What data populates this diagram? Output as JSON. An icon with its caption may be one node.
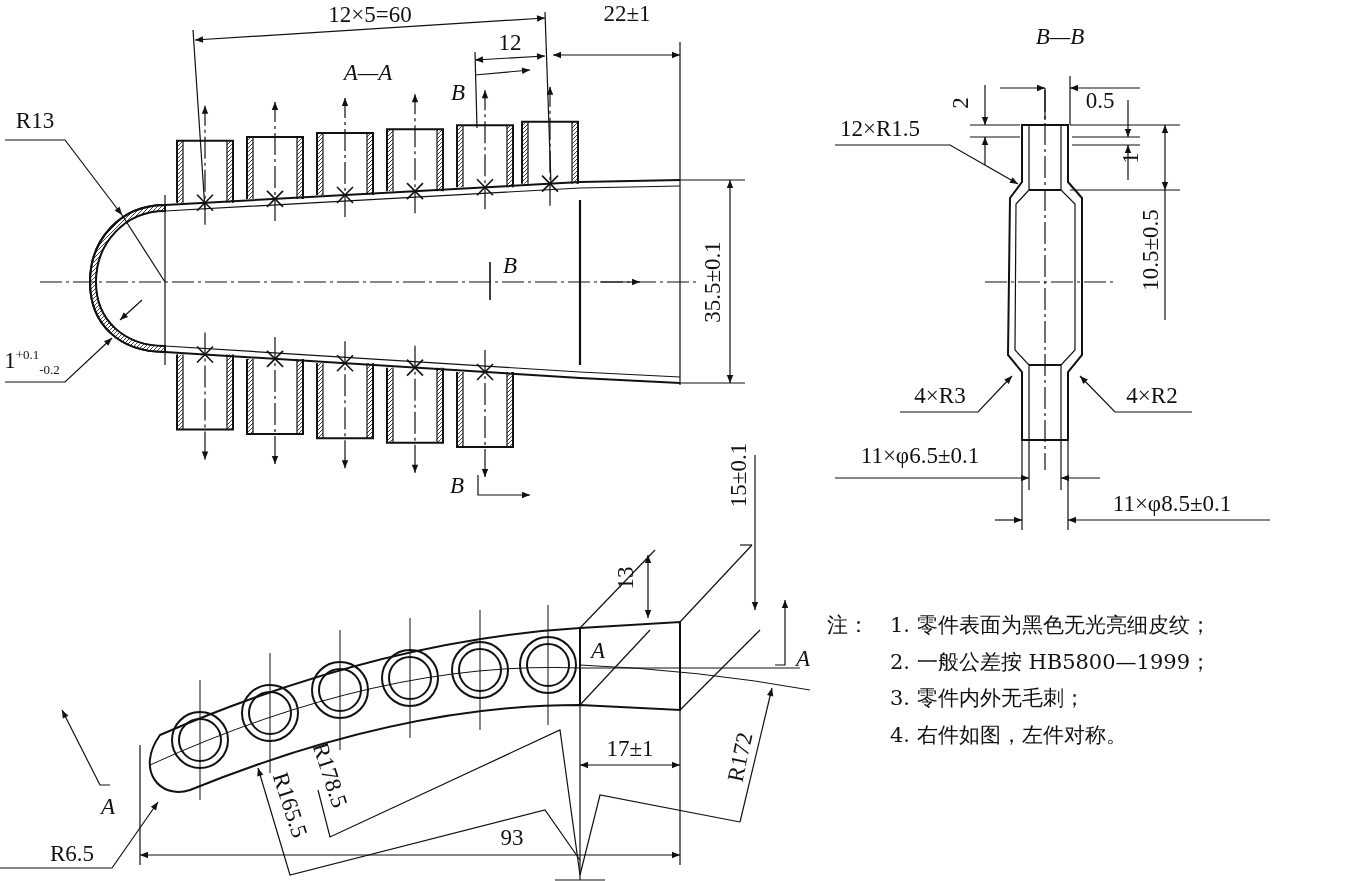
{
  "diagram": {
    "labels": [
      "12×5=60",
      "22±1",
      "A—A",
      "12",
      "B",
      "R13",
      "B",
      "35.5±0.1",
      "1$^{+0.1}$$_{-0.2}$",
      "B",
      "B—B",
      "0.5",
      "2",
      "12×R1.5",
      "1",
      "10.5±0.5",
      "4×R3",
      "4×R2",
      "11×φ6.5±0.1",
      "11×φ8.5±0.1",
      "15±0.1",
      "13",
      "A",
      "A",
      "17±1",
      "R172",
      "A",
      "R178.5",
      "R165.5",
      "R6.5",
      "93",
      "注：",
      "1. 零件表面为黑色无光亮细皮纹；",
      "2. 一般公差按 HB5800—1999；",
      "3. 零件内外无毛刺；",
      "4. 右件如图，左件对称。"
    ]
  }
}
